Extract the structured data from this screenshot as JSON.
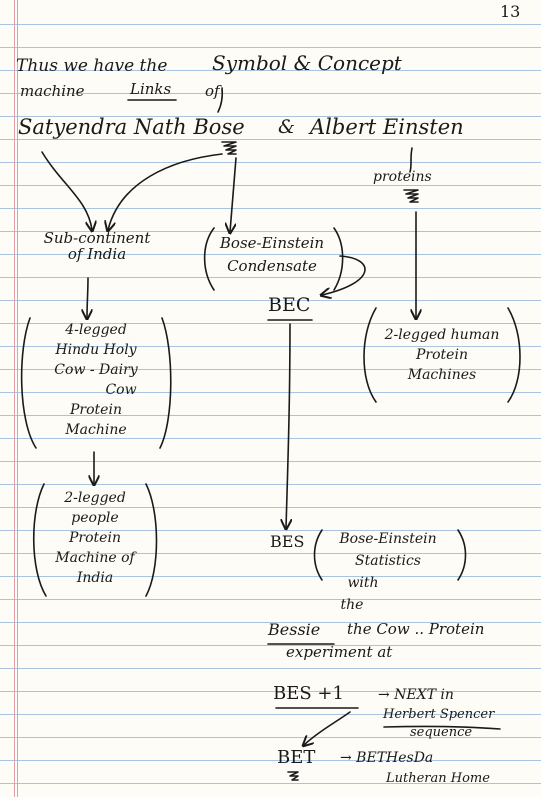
{
  "page_number": "13",
  "header": {
    "line1_left": "Thus we have the",
    "line1_right": "Symbol & Concept",
    "line2_left": "machine",
    "line2_links": "Links",
    "line2_of": "of"
  },
  "names": {
    "bose": "Satyendra Nath Bose",
    "and": "&",
    "einstein": "Albert Einsten"
  },
  "proteins_label": "proteins",
  "left_column": {
    "subcontinent": [
      "Sub-continent",
      "of India"
    ],
    "cow_machine": [
      "4-legged",
      "Hindu Holy",
      "Cow - Dairy",
      "Cow",
      "Protein",
      "Machine"
    ],
    "people_machine": [
      "2-legged",
      "people",
      "Protein",
      "Machine of",
      "India"
    ]
  },
  "center_column": {
    "condensate": [
      "Bose-Einstein",
      "Condensate"
    ],
    "bec": "BEC",
    "bes_label": "BES",
    "bes_desc": [
      "Bose-Einstein",
      "Statistics",
      "with",
      "the"
    ],
    "bessie": "Bessie",
    "bessie_rest": "the Cow .. Protein",
    "experiment": "experiment at",
    "bes_plus_one": "BES +1",
    "next_line": "→ NEXT in",
    "herbert": "Herbert Spencer",
    "sequence": "sequence",
    "bet": "BET",
    "bethesda": "→ BETHesDa",
    "lutheran": "Lutheran Home"
  },
  "right_column": {
    "human_machine": [
      "2-legged human",
      "Protein",
      "Machines"
    ]
  }
}
